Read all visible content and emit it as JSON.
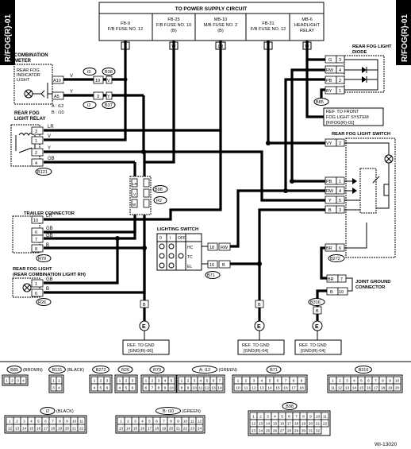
{
  "tabs": {
    "left": "R/FOG(R)-01",
    "right": "R/FOG(R)-01"
  },
  "power": {
    "title": "TO POWER SUPPLY CIRCUIT",
    "cells": [
      {
        "l1": "FB-9",
        "l2": "F/B FUSE NO. 12",
        "l3": ""
      },
      {
        "l1": "FB-25",
        "l2": "F/B FUSE NO. 10",
        "l3": "(B)"
      },
      {
        "l1": "MB-10",
        "l2": "M/B FUSE NO. 2",
        "l3": "(B)"
      },
      {
        "l1": "FB-31",
        "l2": "F/B FUSE NO. 12",
        "l3": ""
      },
      {
        "l1": "MB-6",
        "l2": "HEADLIGHT",
        "l3": "RELAY"
      }
    ],
    "wires": [
      "V",
      "W",
      "LR",
      "V",
      "W"
    ]
  },
  "combo": {
    "title1": "COMBINATION",
    "title2": "METER",
    "ind1": "REAR FOG",
    "ind2": "INDICATOR",
    "ind3": "LIGHT",
    "pins": [
      "A10",
      "A5"
    ],
    "wires": [
      "V",
      "Y"
    ],
    "conn_top": "i3",
    "conn_top_b": "B38",
    "pin_top": "19",
    "conn_bot": "i2",
    "conn_bot_b": "B37",
    "pin_bot": "3",
    "note1": "A : i12",
    "note2": "B : i10"
  },
  "relay": {
    "title1": "REAR FOG",
    "title2": "LIGHT RELAY",
    "pins": [
      "3",
      "1",
      "2",
      "4"
    ],
    "wires": [
      "LR",
      "V",
      "Y",
      "GB"
    ],
    "conn": "B121"
  },
  "joint": {
    "conn1": "B98",
    "conn2": "R2",
    "wires": [
      "LR",
      "V",
      "W",
      "L"
    ],
    "wires_r": [
      "LR",
      "V",
      "W",
      "L"
    ]
  },
  "trailer": {
    "title": "TRAILER CONNECTOR",
    "pins": [
      "10",
      "6",
      "7",
      "8"
    ],
    "wires": [
      "LR",
      "GB",
      "GB",
      "B"
    ],
    "conn": "R79"
  },
  "rfog": {
    "title1": "REAR FOG LIGHT",
    "title2": "(REAR COMBINATION LIGHT RH)",
    "pins": [
      "1",
      "6"
    ],
    "wires": [
      "GB",
      "B"
    ],
    "conn": "R26"
  },
  "lsw": {
    "title": "LIGHTING SWITCH",
    "cols": [
      "0",
      "I",
      "OFF"
    ],
    "rows": [
      "HC",
      "TC",
      "EL"
    ],
    "pins": [
      "18",
      "16"
    ],
    "wires": [
      "RW",
      "B"
    ],
    "conn": "B71"
  },
  "diode": {
    "title1": "REAR FOG LIGHT",
    "title2": "DIODE",
    "pins": [
      "3",
      "4",
      "2",
      "1"
    ],
    "wires": [
      "G",
      "RW",
      "PB",
      "BY"
    ],
    "conn": "B85"
  },
  "ref_front": {
    "l1": "REF. TO FRONT",
    "l2": "FOG LIGHT SYSTEM",
    "l3": "[F/FOG(R)-01]"
  },
  "rfsw": {
    "title": "REAR FOG LIGHT SWITCH",
    "pins": [
      "2",
      "1",
      "4",
      "5",
      "3",
      "6"
    ],
    "wires": [
      "VY",
      "PB",
      "RW",
      "Y",
      "B",
      "BR"
    ],
    "conn": "B272"
  },
  "jgc": {
    "title1": "JOINT GROUND",
    "title2": "CONNECTOR",
    "pins": [
      "7",
      "10"
    ],
    "wires": [
      "BR",
      "B"
    ],
    "conn": "B316"
  },
  "grounds": [
    {
      "w": "B",
      "l1": "REF. TO GND",
      "l2": "[GND(R)-06]"
    },
    {
      "w": "B",
      "l1": "REF. TO GND",
      "l2": "[GND(R)-04]"
    },
    {
      "w": "B",
      "l1": "REF. TO GND",
      "l2": "[GND(R)-04]"
    }
  ],
  "legend": {
    "b85": "B85",
    "b85c": "(BROWN)",
    "b85p": [
      "1",
      "2",
      "3",
      "4"
    ],
    "b131": "B131",
    "b131c": "(BLACK)",
    "b131p": [
      "1",
      "2",
      "3",
      "4"
    ],
    "b272": "B272",
    "b272p": [
      "1",
      "2",
      "3",
      "4",
      "5",
      "6"
    ],
    "r26": "R26",
    "r26p": [
      "1",
      "2",
      "3",
      "4",
      "5",
      "6"
    ],
    "r79": "R79",
    "r79p": [
      "1",
      "2",
      "3",
      "4",
      "5",
      "6",
      "7",
      "8",
      "9",
      "10"
    ],
    "i12": "A: i12",
    "i12c": "(GREEN)",
    "i12p": [
      "1",
      "2",
      "3",
      "4",
      "5",
      "6",
      "7",
      "8",
      "9",
      "10",
      "11",
      "12",
      "13",
      "14"
    ],
    "b71": "B71",
    "b71p": [
      "1",
      "2",
      "3",
      "4",
      "5",
      "6",
      "7",
      "8",
      "9",
      "10",
      "11",
      "12",
      "13",
      "14",
      "15",
      "16",
      "17",
      "18"
    ],
    "b316": "B316",
    "b316p": [
      "1",
      "2",
      "3",
      "4",
      "5",
      "6",
      "7",
      "8",
      "9",
      "10",
      "11",
      "12",
      "13",
      "14",
      "15",
      "16",
      "17",
      "18",
      "19",
      "20"
    ],
    "i2": "i2",
    "i2c": "(BLACK)",
    "i2p": [
      "1",
      "2",
      "3",
      "4",
      "5",
      "6",
      "7",
      "8",
      "9",
      "10",
      "11",
      "12",
      "13",
      "14",
      "15",
      "16",
      "17",
      "18",
      "19",
      "20",
      "21",
      "22"
    ],
    "i10": "B: i10",
    "i10c": "(GREEN)",
    "i10p": [
      "1",
      "2",
      "3",
      "4",
      "5",
      "6",
      "7",
      "8",
      "9",
      "10",
      "11",
      "12",
      "13",
      "14",
      "15",
      "16",
      "17",
      "18",
      "19",
      "20",
      "21",
      "22",
      "23",
      "24"
    ],
    "b98": "B98",
    "b98p": [
      "1",
      "2",
      "3",
      "4",
      "5",
      "6",
      "7",
      "8",
      "9",
      "10",
      "11",
      "12",
      "13",
      "14",
      "15",
      "16",
      "17",
      "18",
      "19",
      "20",
      "21",
      "22",
      "23",
      "24",
      "25",
      "26",
      "27",
      "28",
      "29",
      "30",
      "31",
      "32"
    ]
  },
  "code": "WI-13020"
}
